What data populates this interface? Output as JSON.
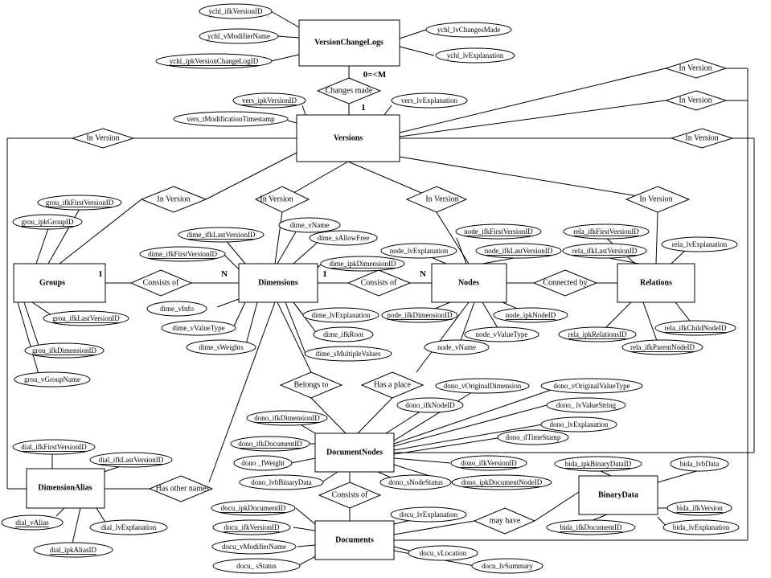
{
  "entities": {
    "vcl": "VersionChangeLogs",
    "versions": "Versions",
    "groups": "Groups",
    "dimensions": "Dimensions",
    "nodes": "Nodes",
    "relations": "Relations",
    "docnodes": "DocumentNodes",
    "dimalias": "DimensionAlias",
    "binary": "BinaryData",
    "documents": "Documents"
  },
  "relationships": {
    "changes_made": "Changes made",
    "in_version_groups": "In Version",
    "in_version_dimensions": "In Version",
    "in_version_nodes": "In Version",
    "in_version_relations": "In Version",
    "in_version_top1": "In Version",
    "in_version_top2": "In Version",
    "in_version_right": "In Version",
    "in_version_left": "In Version",
    "consists_of_groups": "Consists of",
    "consists_of_dims": "Consists of",
    "connected_by": "Connected by",
    "belongs_to": "Belongs to",
    "has_a_place": "Has a place",
    "has_other_names": "Has other names",
    "consists_of_docs": "Consists of",
    "may_have": "may have"
  },
  "cardinalities": {
    "vcl_many": "0=<M",
    "vers_one": "1",
    "groups_one": "1",
    "dims_n": "N",
    "dims_one": "1",
    "nodes_n": "N"
  },
  "attributes": {
    "ychl_ifkVersionID": "ychl_ifkVersionID",
    "ychl_vModifierName": "ychl_vModifierName",
    "ychl_ipkVersionChangeLogID": "ychl_ipkVersionChangeLogID",
    "ychl_lvChangesMade": "ychl_lvChangesMade",
    "ychl_lvExplanation": "ychl_lvExplanation",
    "vers_ipkVersionID": "vers_ipkVersionID",
    "vers_lvExplanation": "vers_lvExplanation",
    "vers_tModificationTimestamp": "vers_tModificationTimestamp",
    "grou_ifkFirstVersionID": "grou_ifkFirstVersionID",
    "grou_ipkGroupID": "grou_ipkGroupID",
    "grou_ifkLastVersionID": "grou_ifkLastVersionID",
    "grou_ifkDimensionID": "grou_ifkDimensionID",
    "grou_vGroupName": "grou_vGroupName",
    "dime_vName": "dime_vName",
    "dime_ifkLastVersionID": "dime_ifkLastVersionID",
    "dime_sAllowFree": "dime_sAllowFree",
    "dime_ifkFirstVersionID": "dime_ifkFirstVersionID",
    "dime_ipkDimensionID": "dime_ipkDimensionID",
    "dime_vInfo": "dime_vInfo",
    "dime_vValueType": "dime_vValueType",
    "dime_sWeights": "dime_sWeights",
    "dime_lvExplanation": "dime_lvExplanation",
    "dime_ifkRoot": "dime_ifkRoot",
    "dime_sMultipleValues": "dime_sMultipleValues",
    "node_ifkFirstVersionID": "node_ifkFirstVersionID",
    "node_lvExplanation": "node_lvExplanation",
    "node_ifkLastVersionID": "node_ifkLastVersionID",
    "node_ifkDimensionID": "node_ifkDimensionID",
    "node_ipkNodeID": "node_ipkNodeID",
    "node_vValueType": "node_vValueType",
    "node_vName": "node_vName",
    "rela_ifkFirstVersionID": "rela_ifkFirstVersionID",
    "rela_lvExplanation": "rela_lvExplanation",
    "rela_ifkLastVersionID": "rela_ifkLastVersionID",
    "rela_ipkRelationsID": "rela_ipkRelationsID",
    "rela_ifkChildNodeID": "rela_ifkChildNodeID",
    "rela_ifkParentNodeID": "rela_ifkParentNodeID",
    "dono_vOriginalDimension": "dono_vOriginalDimension",
    "dono_vOriginalValueType": "dono_vOriginalValueType",
    "dono_ifkNodeID": "dono_ifkNodeID",
    "dono_lvValueString": "dono_ lvValueString",
    "dono_ifkDimensionID": "dono_ifkDimensionID",
    "dono_lvExplanation": "dono_lvExplanation",
    "dono_ifkDocumentID": "dono_ifkDocumentID",
    "dono_dTimeStamp": "dono_dTimeStamp",
    "dono_fWeight": "dono _fWeight",
    "dono_ifkVersionID": "dono_ifkVersionID",
    "dono_lvbBinaryData": "dono_lvbBinaryData",
    "dono_sNodeStatus": "dono_sNodeStatus",
    "dono_ipkDocumentNodeID": "dono_ipkDocumentNodeID",
    "dial_ifkFirstVersionID": "dial_ifkFirstVersionID",
    "dial_ifkLastVersionID": "dial_ifkLastVersionID",
    "dial_vAlias": "dial_vAlias",
    "dial_lvExplanation": "dial_lvExplanation",
    "dial_ipkAliasID": "dial_ipkAliasID",
    "bida_ipkBinaryDataID": "bida_ipkBinaryDataID",
    "bida_lvbData": "bida_lvbData",
    "bida_ifkVersion": "bida_ifkVersion",
    "bida_ifkDocumentID": "bida_ifkDocumentID",
    "bida_lvExplanation": "bida_lvExplanation",
    "docu_ipkDocumentID": "docu_ipkDocumentID",
    "docu_lvExplanation": "docu_lvExplanation",
    "docu_ifkVersionID": "docu_ifkVersionID",
    "docu_vModifierName": "docu_vModifierName",
    "docu_vLocation": "docu_vLocation",
    "docu_sStatus": "docu_ sStatus",
    "docu_lvSummary": "docu_lvSummary"
  }
}
